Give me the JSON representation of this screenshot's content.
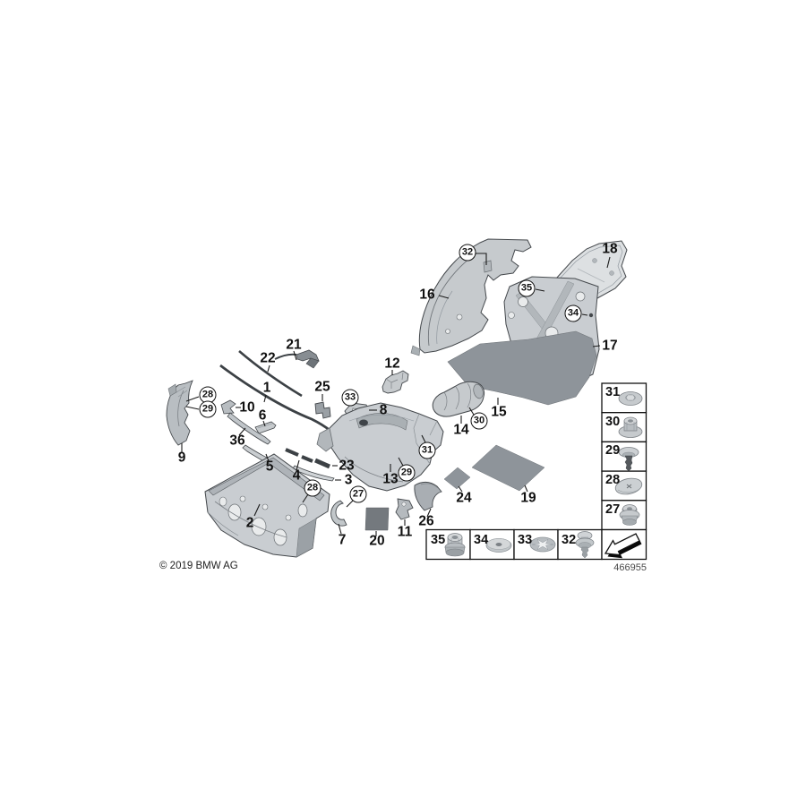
{
  "page": {
    "copyright": "© 2019 BMW AG",
    "diagram_number": "466955"
  },
  "palette": {
    "outline": "#44484c",
    "part_fill": "#c9cdd1",
    "part_fill_dark": "#aab0b4",
    "mat_fill": "#8e949a",
    "dark_mat_fill": "#74797e",
    "strip_dark": "#3c4145",
    "label_color": "#111111"
  },
  "callouts": {
    "p1": "1",
    "p2": "2",
    "p3": "3",
    "p4": "4",
    "p5": "5",
    "p6": "6",
    "p7": "7",
    "p8": "8",
    "p9": "9",
    "p10": "10",
    "p11": "11",
    "p12": "12",
    "p13": "13",
    "p14": "14",
    "p15": "15",
    "p16": "16",
    "p17": "17",
    "p18": "18",
    "p19": "19",
    "p20": "20",
    "p21": "21",
    "p22": "22",
    "p23": "23",
    "p24": "24",
    "p25": "25",
    "p26": "26",
    "p36": "36"
  },
  "circled_callouts": {
    "c27": "27",
    "c28": "28",
    "c29": "29",
    "c30": "30",
    "c31": "31",
    "c32": "32",
    "c33": "33",
    "c34": "34",
    "c35": "35"
  },
  "legend": {
    "side_column": [
      {
        "num": "31",
        "icon": "flange-push-nut"
      },
      {
        "num": "30",
        "icon": "flange-collar-nut"
      },
      {
        "num": "29",
        "icon": "expansion-rivet"
      },
      {
        "num": "28",
        "icon": "dome-sheet-metal-clip"
      },
      {
        "num": "27",
        "icon": "plastic-cap-nut"
      }
    ],
    "bottom_row": [
      {
        "num": "35",
        "icon": "hex-collar-nut"
      },
      {
        "num": "34",
        "icon": "flat-washer"
      },
      {
        "num": "33",
        "icon": "star-lock-washer"
      },
      {
        "num": "32",
        "icon": "expanding-clip-rivet"
      }
    ],
    "direction_arrow_icon": "front-left-direction-arrow"
  }
}
